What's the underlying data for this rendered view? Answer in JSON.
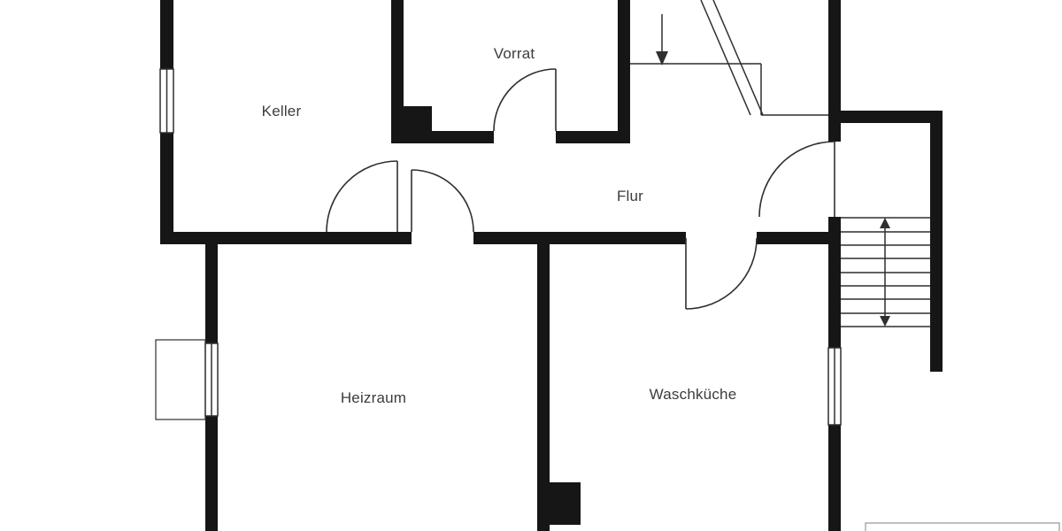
{
  "colors": {
    "background": "#ffffff",
    "walls": "#161616",
    "thin_lines": "#2f2f2f",
    "labels": "#3c3c3c"
  },
  "rooms": [
    {
      "name": "keller",
      "label": "Keller"
    },
    {
      "name": "vorrat",
      "label": "Vorrat"
    },
    {
      "name": "flur",
      "label": "Flur"
    },
    {
      "name": "heizraum",
      "label": "Heizraum"
    },
    {
      "name": "waschkueche",
      "label": "Waschküche"
    }
  ],
  "symbols": {
    "main_stairs": "staircase-treads-with-double-headed-arrow",
    "upper_flight": "stair-flight-with-down-arrow",
    "doors": "quarter-circle-door-swing-arcs",
    "windows": "double-line-window-openings",
    "chimneys": "solid-black-chimney-blocks"
  }
}
